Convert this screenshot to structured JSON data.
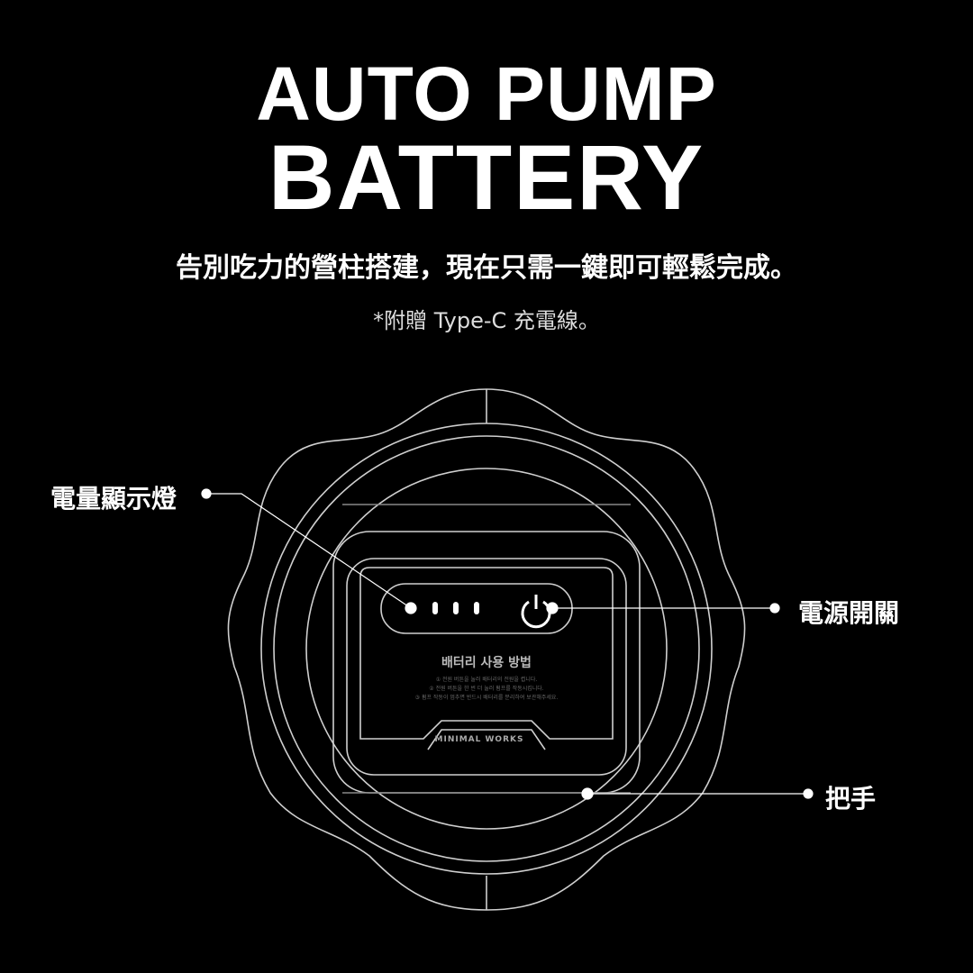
{
  "title": {
    "line1": "AUTO PUMP",
    "line2": "BATTERY"
  },
  "subtitle": "告別吃力的營柱搭建，現在只需一鍵即可輕鬆完成。",
  "note": "*附贈 Type-C 充電線。",
  "device": {
    "panel_title": "배터리 사용 방법",
    "instructions": [
      "① 전원 버튼을 눌러 배터리의 전원을 켭니다.",
      "② 전원 버튼을 한 번 더 눌러 펌프를 작동시킵니다.",
      "③ 펌프 작동이 멈추면 반드시 배터리를 분리하여 보관해주세요."
    ],
    "brand": "MINIMAL WORKS"
  },
  "callouts": {
    "battery_indicator": "電量顯示燈",
    "power_switch": "電源開關",
    "handle": "把手"
  }
}
